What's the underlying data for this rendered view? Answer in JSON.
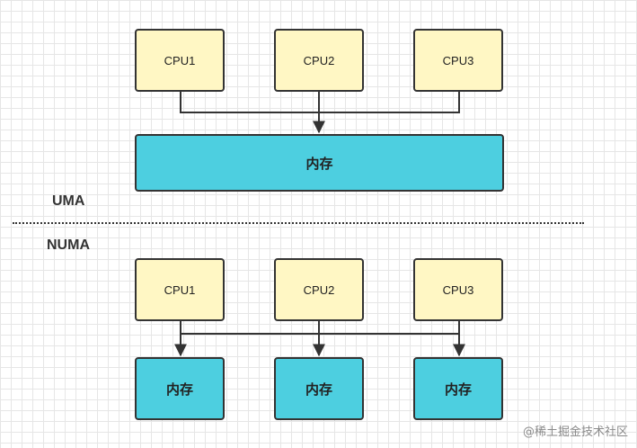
{
  "uma": {
    "section_label": "UMA",
    "cpus": [
      "CPU1",
      "CPU2",
      "CPU3"
    ],
    "memory": "内存"
  },
  "numa": {
    "section_label": "NUMA",
    "cpus": [
      "CPU1",
      "CPU2",
      "CPU3"
    ],
    "memories": [
      "内存",
      "内存",
      "内存"
    ]
  },
  "watermark": "@稀土掘金技术社区",
  "colors": {
    "cpu_fill": "#fff7c4",
    "memory_fill": "#4dcfe0",
    "stroke": "#333333"
  }
}
